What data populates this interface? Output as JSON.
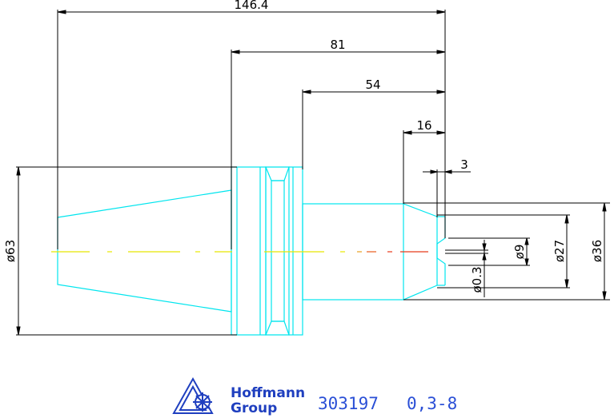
{
  "drawing": {
    "dimensions": {
      "overall_length": "146.4",
      "length_81": "81",
      "length_54": "54",
      "length_16": "16",
      "length_3": "3",
      "dia_63": "ø63",
      "dia_36": "ø36",
      "dia_27": "ø27",
      "dia_9": "ø9",
      "dia_03": "ø0.3"
    },
    "colors": {
      "outline": "#00e5ee",
      "dimension": "#000000",
      "centerline_yellow": "#e8e800",
      "centerline_red": "#e83a1a"
    }
  },
  "footer": {
    "logo_line1": "Hoffmann",
    "logo_line2": "Group",
    "part_number": "303197",
    "range": "0,3-8"
  }
}
